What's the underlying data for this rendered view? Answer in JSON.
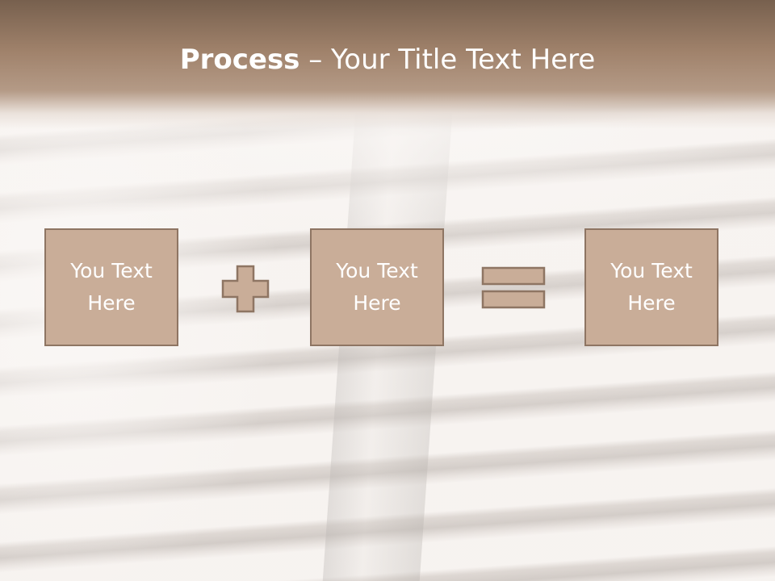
{
  "slide": {
    "title_bold": "Process",
    "title_rest": " – Your Title Text Here",
    "boxes": [
      {
        "text": "You Text Here"
      },
      {
        "text": "You Text Here"
      },
      {
        "text": "You Text Here"
      }
    ],
    "operators": [
      "plus-icon",
      "equals-icon"
    ],
    "colors": {
      "header": "#a0826b",
      "box_fill": "#c9ad98",
      "box_border": "#8e7563",
      "text": "#ffffff"
    }
  }
}
